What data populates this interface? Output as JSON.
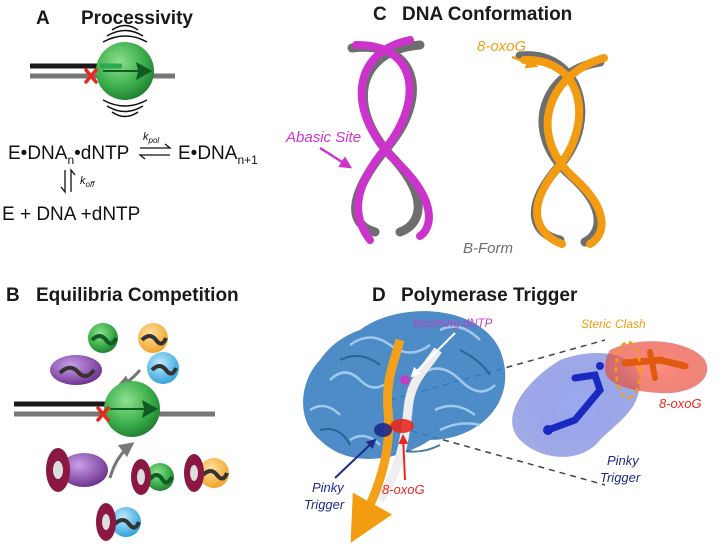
{
  "panels": {
    "a": {
      "letter": "A",
      "title": "Processivity"
    },
    "b": {
      "letter": "B",
      "title": "Equilibria Competition"
    },
    "c": {
      "letter": "C",
      "title": "DNA Conformation"
    },
    "d": {
      "letter": "D",
      "title": "Polymerase Trigger"
    }
  },
  "equation": {
    "left_main": "E•DNA",
    "left_sub": "n",
    "left_tail": "•dNTP",
    "right_main": "E•DNA",
    "right_sub": "n+1",
    "kpol_k": "k",
    "kpol_sub": "pol",
    "koff_k": "k",
    "koff_sub": "off",
    "bottom": "E + DNA +dNTP"
  },
  "labels": {
    "abasic_site": "Abasic Site",
    "oxog_top": "8-oxoG",
    "b_form": "B-Form",
    "incoming_dntp": "Incoming dNTP",
    "steric_clash": "Steric Clash",
    "oxog_right": "8-oxoG",
    "pinky_trigger_right_1": "Pinky",
    "pinky_trigger_right_2": "Trigger",
    "pinky_trigger_left_1": "Pinky",
    "pinky_trigger_left_2": "Trigger",
    "oxog_bottom": "8-oxoG"
  },
  "colors": {
    "polymerase_green": "#2fa84f",
    "lesion_red": "#e8281e",
    "abasic_magenta": "#cc33cc",
    "oxog_orange": "#f39c12",
    "bform_gray": "#6e6e6e",
    "protein_blue": "#3a7fc0",
    "pinky_navy": "#1f2a8a",
    "dntp_pink": "#c040c0"
  }
}
